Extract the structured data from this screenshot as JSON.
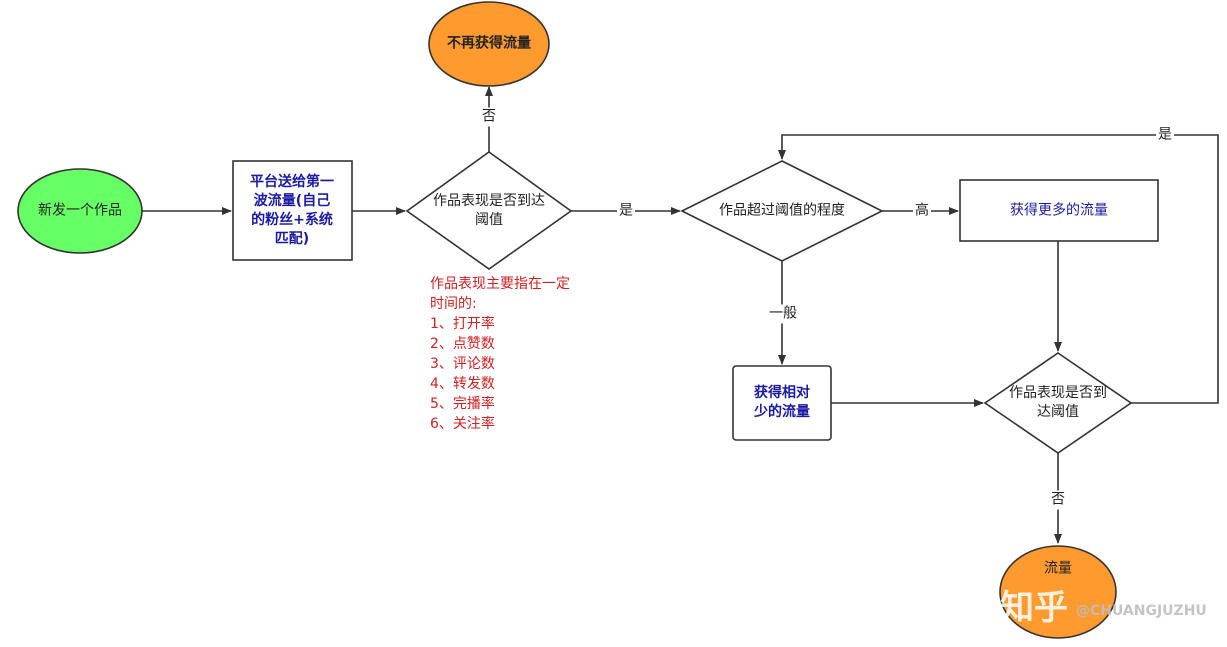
{
  "colors": {
    "start": "#66ff66",
    "end": "#ff9a2e",
    "box_text": "#1a1aa6",
    "note": "#d42020",
    "line": "#333333"
  },
  "nodes": {
    "start": "新发一个作品",
    "first_traffic": "平台送给第一波流量(自己的粉丝+系统匹配)",
    "first_traffic_lines": [
      "平台送给第一",
      "波流量(自己",
      "的粉丝+系统",
      "匹配)"
    ],
    "decision1_lines": [
      "作品表现是否到达",
      "阈值"
    ],
    "no_traffic_top": "不再获得流量",
    "decision2": "作品超过阈值的程度",
    "more_traffic": "获得更多的流量",
    "less_traffic_lines": [
      "获得相对",
      "少的流量"
    ],
    "decision3_lines": [
      "作品表现是否到",
      "达阈值"
    ],
    "end_partial": "流量"
  },
  "edges": {
    "no1": "否",
    "yes1": "是",
    "high": "高",
    "normal": "一般",
    "yes_loop": "是",
    "no2": "否"
  },
  "note": {
    "lines": [
      "作品表现主要指在一定",
      "时间的:",
      "1、打开率",
      "2、点赞数",
      "3、评论数",
      "4、转发数",
      "5、完播率",
      "6、关注率"
    ]
  },
  "watermark": {
    "logo": "知乎",
    "handle": "@CHUANGJUZHU"
  }
}
